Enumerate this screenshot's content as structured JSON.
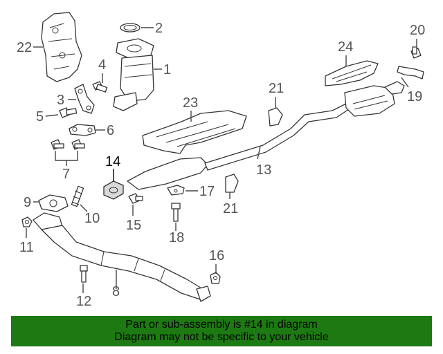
{
  "callouts": [
    "1",
    "2",
    "3",
    "4",
    "5",
    "6",
    "7",
    "8",
    "9",
    "10",
    "11",
    "12",
    "13",
    "14",
    "15",
    "16",
    "17",
    "18",
    "19",
    "20",
    "21",
    "22",
    "23",
    "24"
  ],
  "highlighted_callout": "14",
  "highlight_color": "#000000",
  "banner": {
    "line1": "Part or sub-assembly is #14 in diagram",
    "line2": "Diagram may not be specific to your vehicle",
    "color": "#1d7a12"
  }
}
